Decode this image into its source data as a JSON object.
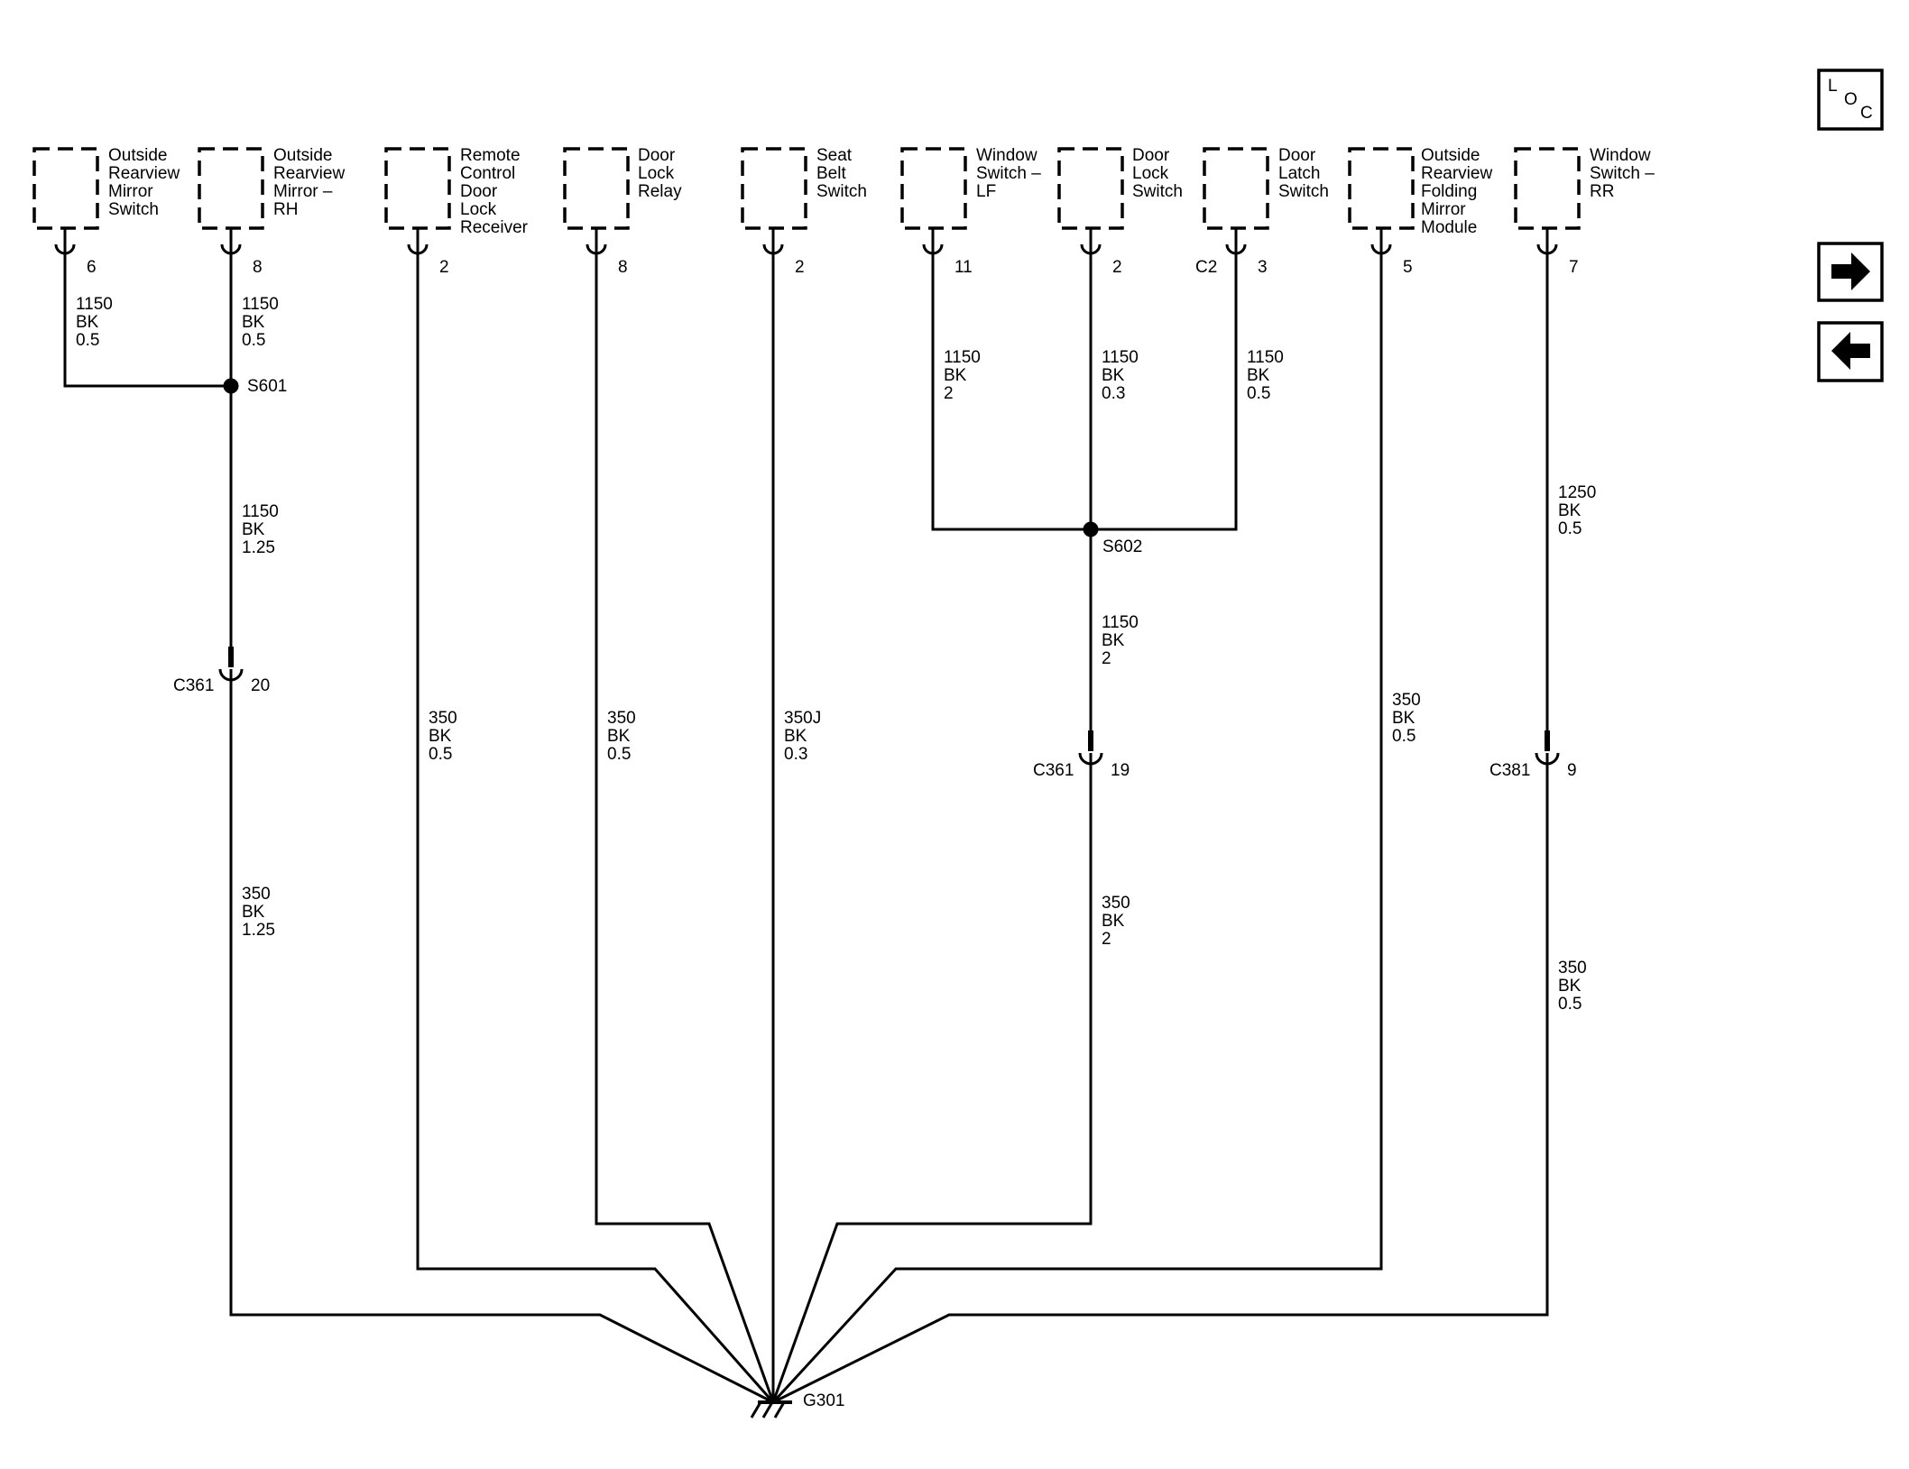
{
  "components": [
    {
      "lines": [
        "Outside",
        "Rearview",
        "Mirror",
        "Switch"
      ],
      "pin": "6",
      "conn": ""
    },
    {
      "lines": [
        "Outside",
        "Rearview",
        "Mirror –",
        "RH"
      ],
      "pin": "8",
      "conn": ""
    },
    {
      "lines": [
        "Remote",
        "Control",
        "Door",
        "Lock",
        "Receiver"
      ],
      "pin": "2",
      "conn": ""
    },
    {
      "lines": [
        "Door",
        "Lock",
        "Relay"
      ],
      "pin": "8",
      "conn": ""
    },
    {
      "lines": [
        "Seat",
        "Belt",
        "Switch"
      ],
      "pin": "2",
      "conn": ""
    },
    {
      "lines": [
        "Window",
        "Switch –",
        "LF"
      ],
      "pin": "11",
      "conn": ""
    },
    {
      "lines": [
        "Door",
        "Lock",
        "Switch"
      ],
      "pin": "2",
      "conn": ""
    },
    {
      "lines": [
        "Door",
        "Latch",
        "Switch"
      ],
      "pin": "3",
      "conn": "C2"
    },
    {
      "lines": [
        "Outside",
        "Rearview",
        "Folding",
        "Mirror",
        "Module"
      ],
      "pin": "5",
      "conn": ""
    },
    {
      "lines": [
        "Window",
        "Switch –",
        "RR"
      ],
      "pin": "7",
      "conn": ""
    }
  ],
  "wire_labels": [
    [
      "1150",
      "BK",
      "0.5"
    ],
    [
      "1150",
      "BK",
      "0.5"
    ],
    [
      "1150",
      "BK",
      "1.25"
    ],
    [
      "350",
      "BK",
      "1.25"
    ],
    [
      "350",
      "BK",
      "0.5"
    ],
    [
      "350",
      "BK",
      "0.5"
    ],
    [
      "350J",
      "BK",
      "0.3"
    ],
    [
      "1150",
      "BK",
      "2"
    ],
    [
      "1150",
      "BK",
      "0.3"
    ],
    [
      "1150",
      "BK",
      "0.5"
    ],
    [
      "1150",
      "BK",
      "2"
    ],
    [
      "350",
      "BK",
      "2"
    ],
    [
      "350",
      "BK",
      "0.5"
    ],
    [
      "1250",
      "BK",
      "0.5"
    ],
    [
      "350",
      "BK",
      "0.5"
    ]
  ],
  "splices": [
    "S601",
    "S602"
  ],
  "inline_connectors": [
    {
      "name": "C361",
      "pin": "20"
    },
    {
      "name": "C361",
      "pin": "19"
    },
    {
      "name": "C381",
      "pin": "9"
    }
  ],
  "ground": "G301",
  "nav": {
    "loc_letters": [
      "L",
      "O",
      "C"
    ],
    "forward_icon": "arrow-right-icon",
    "back_icon": "arrow-left-icon"
  }
}
